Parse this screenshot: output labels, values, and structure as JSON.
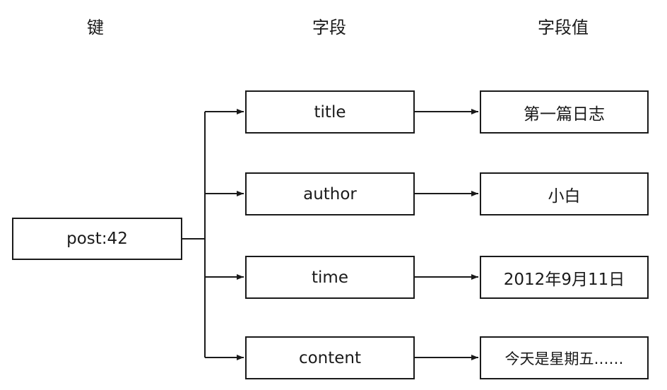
{
  "headers": {
    "key": "键",
    "field": "字段",
    "value": "字段值"
  },
  "key": "post:42",
  "rows": [
    {
      "field": "title",
      "value": "第一篇日志"
    },
    {
      "field": "author",
      "value": "小白"
    },
    {
      "field": "time",
      "value": "2012年9月11日"
    },
    {
      "field": "content",
      "value": "今天是星期五……"
    }
  ]
}
